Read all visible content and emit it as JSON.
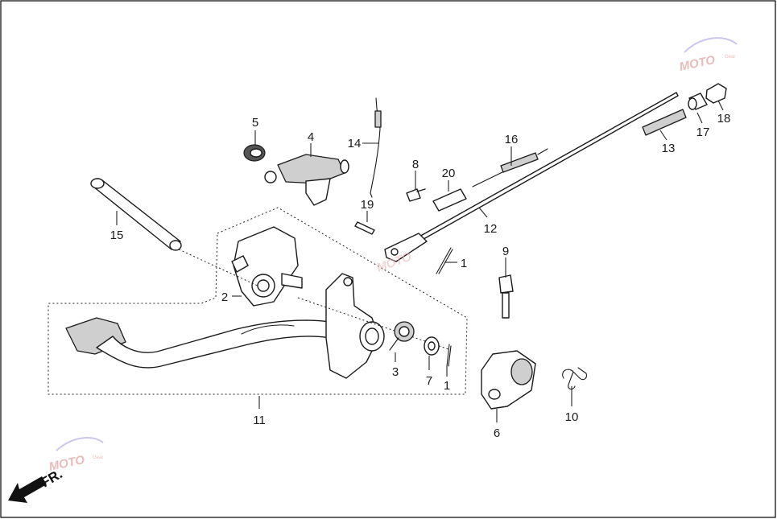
{
  "diagram": {
    "part_numbers": [
      "1",
      "2",
      "3",
      "4",
      "5",
      "6",
      "7",
      "8",
      "9",
      "10",
      "11",
      "12",
      "13",
      "14",
      "15",
      "16",
      "17",
      "18",
      "19",
      "20"
    ],
    "callouts": {
      "p1a": "1",
      "p1b": "1",
      "p2": "2",
      "p3": "3",
      "p4": "4",
      "p5": "5",
      "p6": "6",
      "p7": "7",
      "p8": "8",
      "p9": "9",
      "p10": "10",
      "p11": "11",
      "p12": "12",
      "p13": "13",
      "p14": "14",
      "p15": "15",
      "p16": "16",
      "p17": "17",
      "p18": "18",
      "p19": "19",
      "p20": "20"
    },
    "direction_label": "FR.",
    "watermark": {
      "logo_text": "MOTO",
      "sub_text": "Gear"
    }
  },
  "colors": {
    "line": "#1a1a1a",
    "fill": "#ffffff",
    "shade": "#cfcfcf",
    "watermark": "#e8b4b4"
  }
}
